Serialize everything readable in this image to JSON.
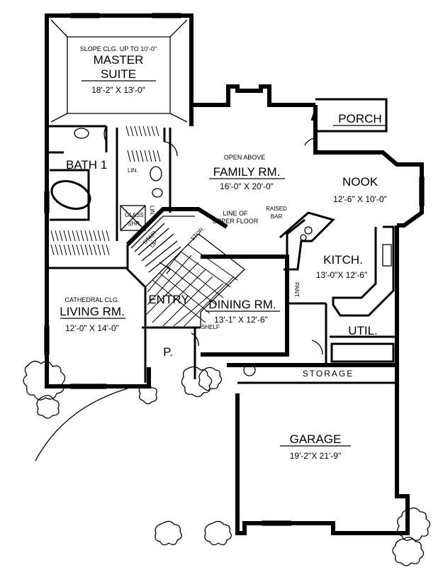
{
  "rooms": {
    "master_note": "SLOPE CLG. UP TO 10'-0\"",
    "master_name_1": "MASTER",
    "master_name_2": "SUITE",
    "master_dim": "18'-2\" X 13'-0\"",
    "bath": "BATH 1",
    "lin_1": "LIN.",
    "lin_2": "LIN.",
    "glass_shr": "GLASS",
    "glass_shr_2": "SHR.",
    "family_note": "OPEN ABOVE",
    "family_name": "FAMILY RM.",
    "family_dim": "16'-0\" X 20'-0\"",
    "porch": "PORCH",
    "nook_name": "NOOK",
    "nook_dim": "12'-6\" X 10'-0\"",
    "upper_floor_1": "LINE OF",
    "upper_floor_2": "UPPER FLOOR",
    "raised_bar_1": "RAISED",
    "raised_bar_2": "BAR",
    "stair": "STAIR",
    "stair_up": "UP",
    "stor": "STOR.",
    "kitch_name": "KITCH.",
    "kitch_dim": "13'-0\"X 12'-6\"",
    "pant": "PANT.",
    "living_note": "CATHEDRAL CLG.",
    "living_name": "LIVING RM.",
    "living_dim": "12'-0\" X 14'-0\"",
    "entry": "ENTRY",
    "dining_name": "DINING RM.",
    "dining_dim": "13'-1\" X 12'-6\"",
    "shelf": "SHELF",
    "util": "UTIL.",
    "patio": "P.",
    "storage": "STORAGE",
    "garage_name": "GARAGE",
    "garage_dim": "19'-2\"X 21'-9\""
  }
}
